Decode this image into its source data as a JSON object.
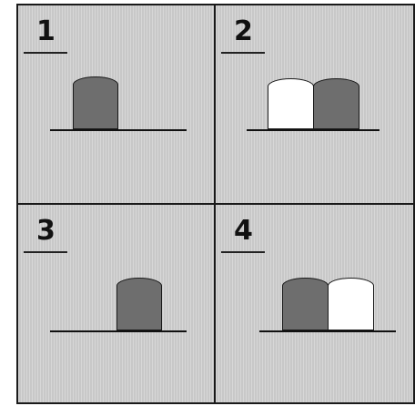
{
  "panels": [
    {
      "label": "1",
      "blocks": [
        {
          "tone": "dark"
        }
      ]
    },
    {
      "label": "2",
      "blocks": [
        {
          "tone": "light"
        },
        {
          "tone": "dark"
        }
      ]
    },
    {
      "label": "3",
      "blocks": [
        {
          "tone": "dark"
        }
      ]
    },
    {
      "label": "4",
      "blocks": [
        {
          "tone": "dark"
        },
        {
          "tone": "light"
        }
      ]
    }
  ],
  "colors": {
    "background": "#d3d3d3",
    "dark_block": "#6e6e6e",
    "light_block": "#ffffff",
    "border": "#1a1a1a"
  }
}
